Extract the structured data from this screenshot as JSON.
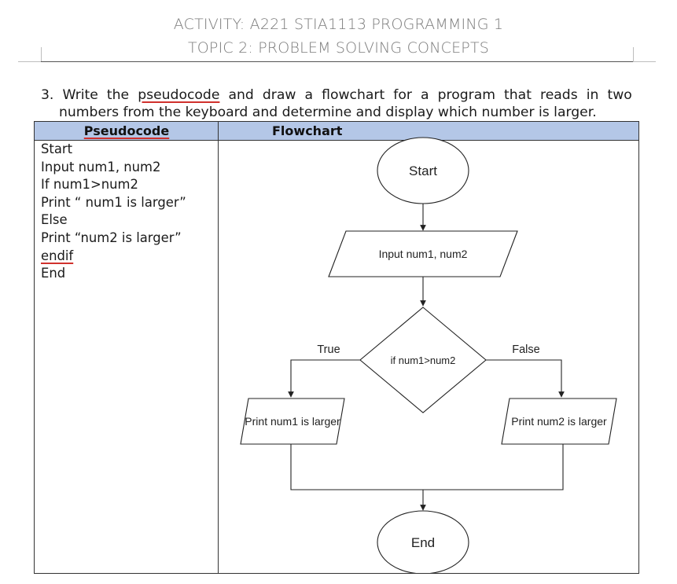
{
  "header": {
    "line1": "ACTIVITY: A221 STIA1113 PROGRAMMING 1",
    "line2": "TOPIC 2: PROBLEM SOLVING CONCEPTS"
  },
  "question": {
    "line1_words": [
      "3.",
      "Write",
      "the",
      "pseudocode",
      "and",
      "draw",
      "a",
      "flowchart",
      "for",
      "a",
      "program",
      "that",
      "reads",
      "in",
      "two"
    ],
    "line2": "numbers from the keyboard and determine and display which number is larger."
  },
  "table": {
    "col1_header": "Pseudocode",
    "col2_header": "Flowchart",
    "pseudocode": [
      "Start",
      "Input num1, num2",
      "If num1>num2",
      "Print “ num1 is larger”",
      "Else",
      "Print “num2 is larger”",
      "endif",
      "End"
    ]
  },
  "flowchart": {
    "start": "Start",
    "input": "Input num1, num2",
    "decision": "if num1>num2",
    "true_label": "True",
    "false_label": "False",
    "print_true": "Print num1 is larger",
    "print_false": "Print num2 is larger",
    "end": "End"
  }
}
